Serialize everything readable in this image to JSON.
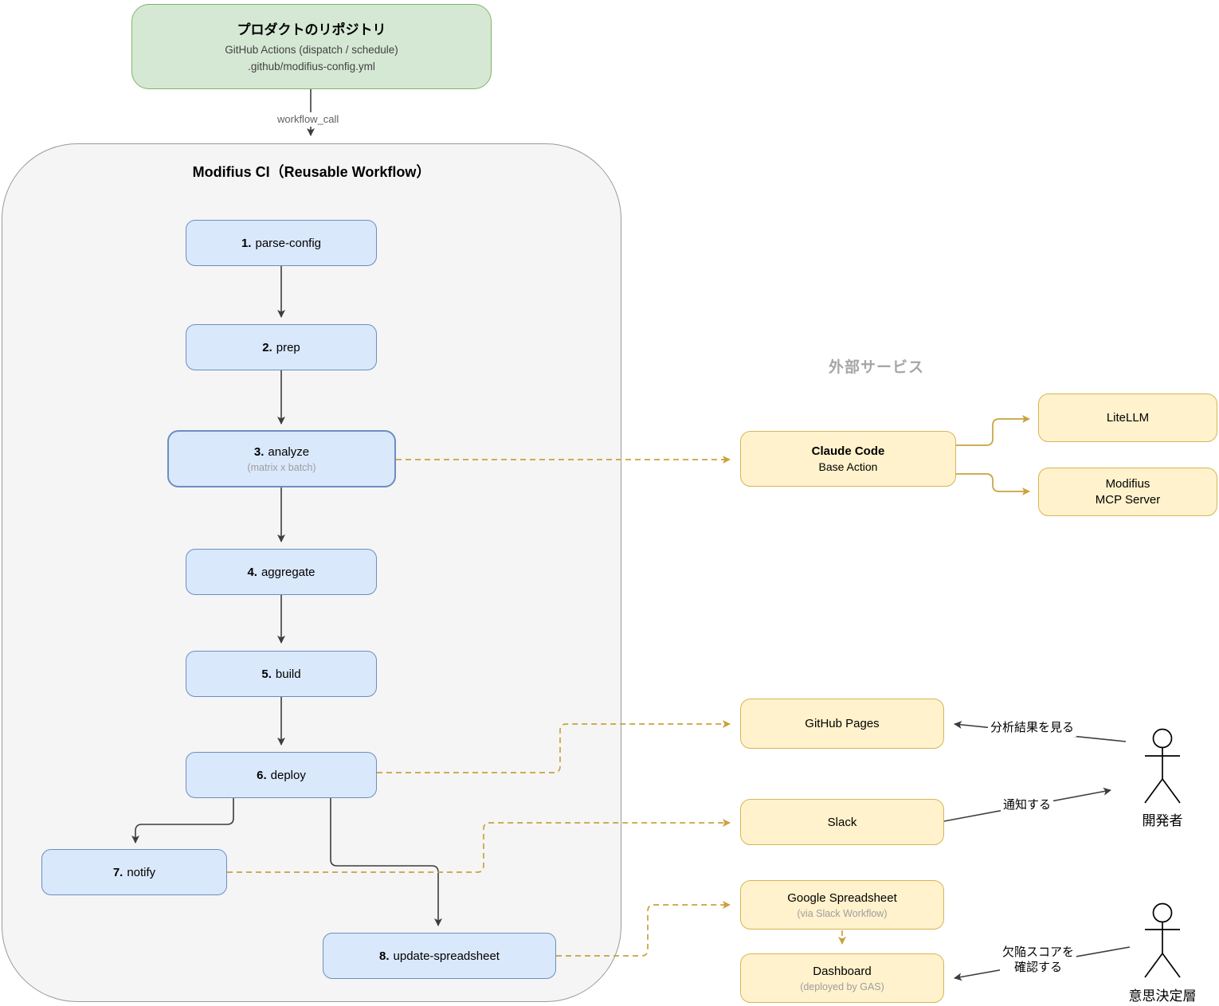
{
  "product_repo": {
    "title": "プロダクトのリポジトリ",
    "line1": "GitHub Actions (dispatch / schedule)",
    "line2": ".github/modifius-config.yml"
  },
  "workflow_call_label": "workflow_call",
  "container": {
    "title": "Modifius CI（Reusable Workflow）"
  },
  "steps": [
    {
      "num": "1.",
      "label": "parse-config"
    },
    {
      "num": "2.",
      "label": "prep"
    },
    {
      "num": "3.",
      "label": "analyze",
      "sub": "(matrix x batch)"
    },
    {
      "num": "4.",
      "label": "aggregate"
    },
    {
      "num": "5.",
      "label": "build"
    },
    {
      "num": "6.",
      "label": "deploy"
    },
    {
      "num": "7.",
      "label": "notify"
    },
    {
      "num": "8.",
      "label": "update-spreadsheet"
    }
  ],
  "external": {
    "section_label": "外部サービス",
    "claude_code": {
      "title": "Claude Code",
      "subtitle": "Base Action"
    },
    "litellm": {
      "title": "LiteLLM"
    },
    "mcp": {
      "line1": "Modifius",
      "line2": "MCP Server"
    },
    "github_pages": {
      "title": "GitHub Pages"
    },
    "slack": {
      "title": "Slack"
    },
    "spreadsheet": {
      "title": "Google Spreadsheet",
      "subtitle": "(via Slack Workflow)"
    },
    "dashboard": {
      "title": "Dashboard",
      "subtitle": "(deployed by GAS)"
    }
  },
  "actors": {
    "developer": {
      "label": "開発者"
    },
    "decision_makers": {
      "label": "意思決定層"
    }
  },
  "edge_labels": {
    "view_results": "分析結果を見る",
    "notify": "通知する",
    "check_score_line1": "欠陥スコアを",
    "check_score_line2": "確認する"
  },
  "colors": {
    "repo_fill": "#d5e8d4",
    "repo_stroke": "#82b366",
    "step_fill": "#dae8fc",
    "step_stroke": "#6c8ebf",
    "external_fill": "#fff2cc",
    "external_stroke": "#d6b656",
    "container_fill": "#f5f5f5",
    "container_stroke": "#9a9a9a",
    "connector_gold": "#c9a23c",
    "connector_black": "#3d3d3d"
  }
}
